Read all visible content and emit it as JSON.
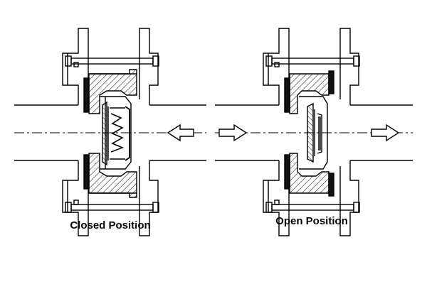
{
  "labels": {
    "closed": "Closed Position",
    "open": "Open Position"
  },
  "colors": {
    "line": "#000000",
    "hatch": "#000000",
    "gasket": "#111111",
    "background": "#ffffff"
  },
  "views": [
    {
      "id": "closed",
      "state": "closed",
      "flow_arrows": [
        "left-pointing"
      ]
    },
    {
      "id": "open",
      "state": "open",
      "flow_arrows": [
        "right-pointing",
        "right-pointing"
      ]
    }
  ]
}
